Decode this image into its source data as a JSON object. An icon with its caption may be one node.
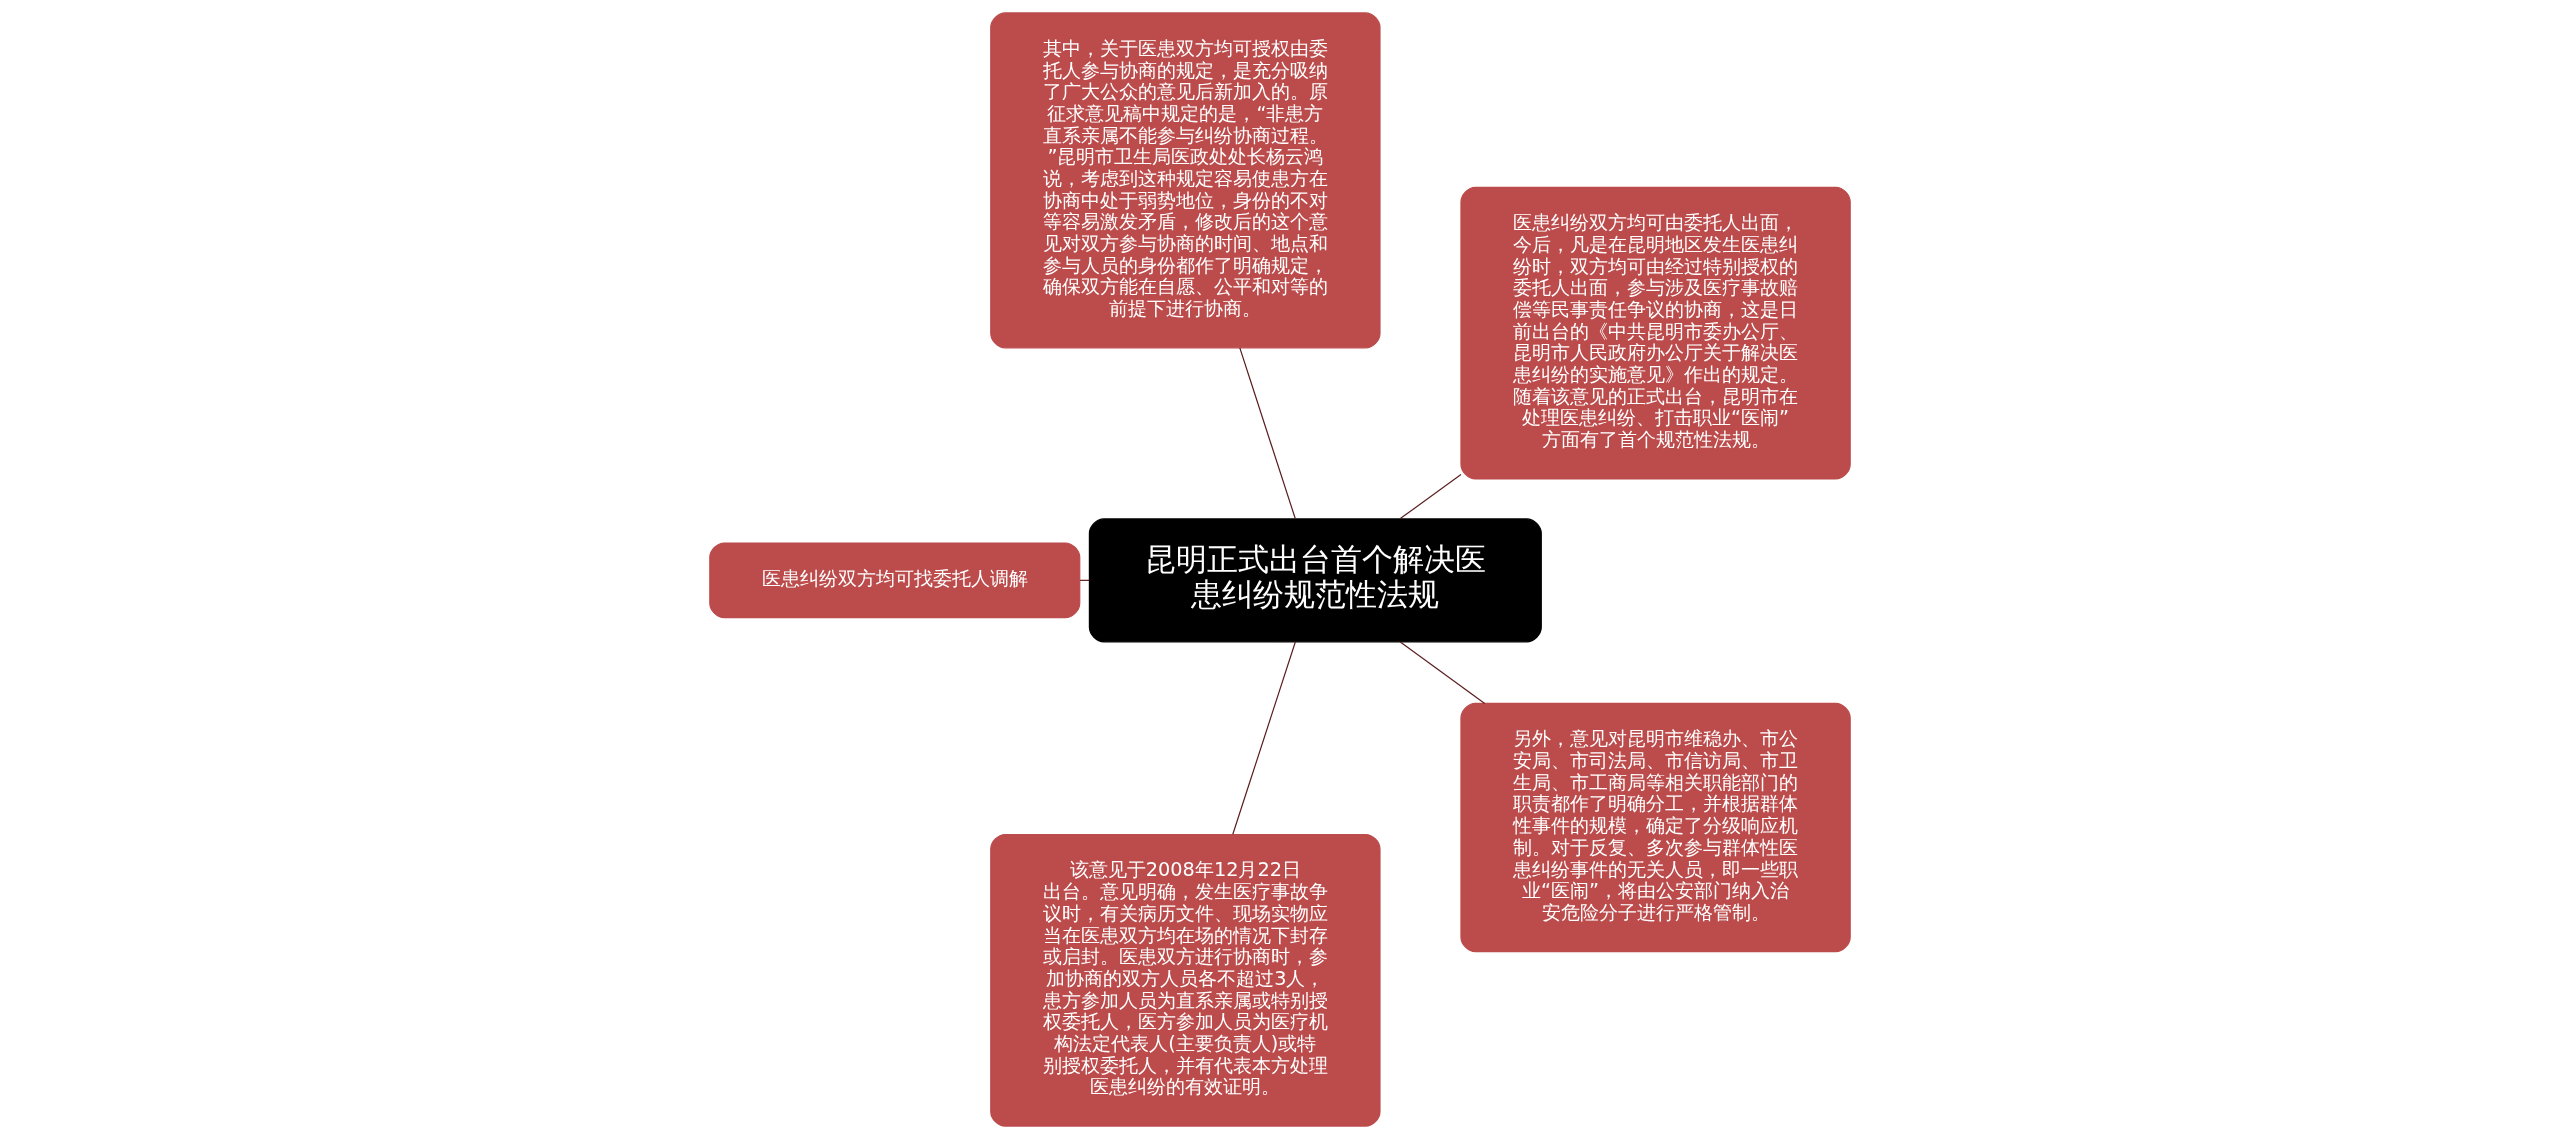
{
  "diagram": {
    "nodes": [
      {
        "text": [
          "昆明正式出台首个解决医患纠纷规范性法规"
        ]
      },
      {
        "text": [
          "医患纠纷双方均可由委托人出面，今后，凡是在昆明地区发生医患纠纷时，双方均可由经过特别授权的委托人出面，参与涉及医疗事故赔偿等民事责任争议的协商，这是日前出台的《中共昆明市委办公厅、昆明市人民政府办公厅关于解决医患纠纷的实施意见》作出的规定。",
          "随着该意见的正式出台，昆明市在处理医患纠纷、打击职业“医闹”方面有了首个规范性法规。"
        ]
      },
      {
        "text": [
          "其中，关于医患双方均可授权由委托人参与协商的规定，是充分吸纳了广大公众的意见后新加入的。原征求意见稿中规定的是，“非患方直系亲属不能参与纠纷协商过程。”昆明市卫生局医政处处长杨云鸿说，考虑到这种规定容易使患方在协商中处于弱势地位，身份的不对等容易激发矛盾，修改后的这个意见对双方参与协商的时间、地点和参与人员的身份都作了明确规定，确保双方能在自愿、公平和对等的前提下进行协商。"
        ]
      },
      {
        "text": [
          "医患纠纷双方均可找委托人调解"
        ]
      },
      {
        "text": [
          "该意见于2008年12月22日出台。意见明确，发生医疗事故争议时，有关病历文件、现场实物应当在医患双方均在场的情况下封存或启封。医患双方进行协商时，参加协商的双方人员各不超过3人，患方参加人员为直系亲属或特别授权委托人，医方参加人员为医疗机构法定代表人(主要负责人)或特别授权委托人，并有代表本方处理医患纠纷的有效证明。"
        ]
      },
      {
        "text": [
          "另外，意见对昆明市维稳办、市公安局、市司法局、市信访局、市卫生局、市工商局等相关职能部门的职责都作了明确分工，并根据群体性事件的规模，确定了分级响应机制。对于反复、多次参与群体性医患纠纷事件的无关人员，即一些职业“医闹”，将由公安部门纳入治安危险分子进行严格管制。"
        ]
      }
    ],
    "edges": [
      {
        "from": 0,
        "to": 1,
        "arrow": "none"
      },
      {
        "from": 0,
        "to": 2,
        "arrow": "none"
      },
      {
        "from": 0,
        "to": 3,
        "arrow": "none"
      },
      {
        "from": 0,
        "to": 4,
        "arrow": "none"
      },
      {
        "from": 0,
        "to": 5,
        "arrow": "none"
      }
    ]
  }
}
